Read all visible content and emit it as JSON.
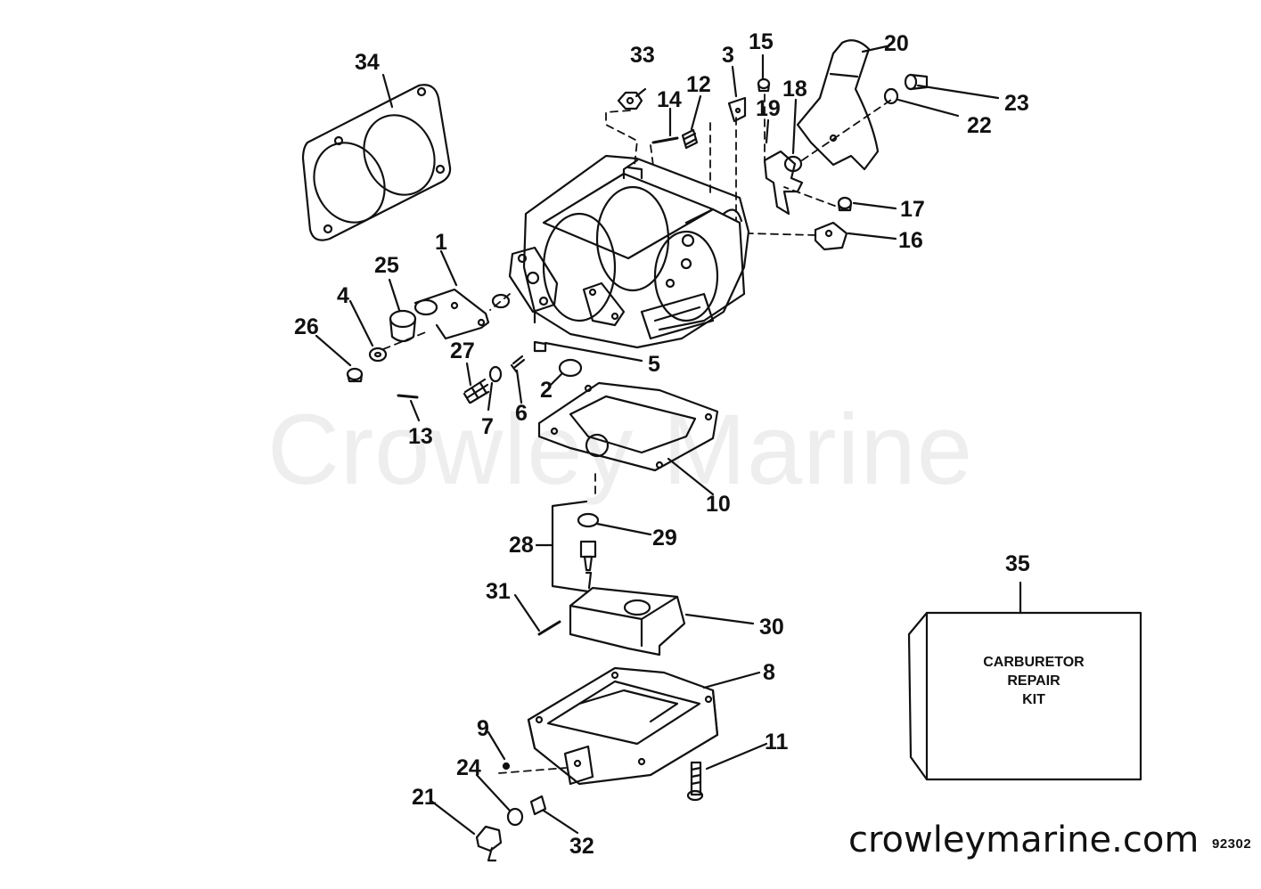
{
  "watermark": "Crowley Marine",
  "website": "crowleymarine.com",
  "diagram_code": "92302",
  "kit": {
    "line1": "CARBURETOR",
    "line2": "REPAIR",
    "line3": "KIT"
  },
  "callouts": [
    "1",
    "2",
    "3",
    "4",
    "5",
    "6",
    "7",
    "8",
    "9",
    "10",
    "11",
    "12",
    "13",
    "14",
    "15",
    "16",
    "17",
    "18",
    "19",
    "20",
    "21",
    "22",
    "23",
    "24",
    "25",
    "26",
    "27",
    "28",
    "29",
    "30",
    "31",
    "32",
    "33",
    "34",
    "35"
  ]
}
